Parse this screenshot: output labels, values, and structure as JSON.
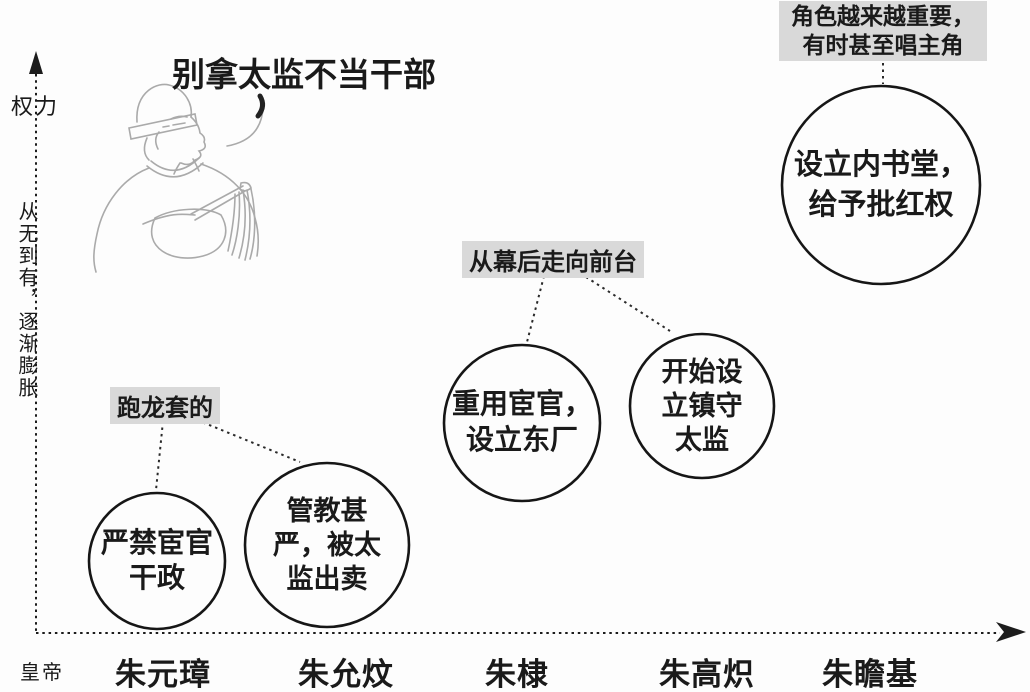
{
  "title": "别拿太监不当干部",
  "y_axis": {
    "label": "权力",
    "annotation": "从无到有，逐渐膨胀"
  },
  "x_axis": {
    "origin_label": "皇帝",
    "emperors": [
      "朱元璋",
      "朱允炆",
      "朱棣",
      "朱高炽",
      "朱瞻基"
    ]
  },
  "annotations": {
    "stage1": "跑龙套的",
    "stage2": "从幕后走向前台",
    "stage3_line1": "角色越来越重要，",
    "stage3_line2": "有时甚至唱主角"
  },
  "bubbles": [
    {
      "emperor": "朱元璋",
      "lines": [
        "严禁宦官",
        "干政"
      ]
    },
    {
      "emperor": "朱允炆",
      "lines": [
        "管教甚",
        "严，被太",
        "监出卖"
      ]
    },
    {
      "emperor": "朱棣",
      "lines": [
        "重用宦官，",
        "设立东厂"
      ]
    },
    {
      "emperor": "朱高炽",
      "lines": [
        "开始设",
        "立镇守",
        "太监"
      ]
    },
    {
      "emperor": "朱瞻基",
      "lines": [
        "设立内书堂，",
        "给予批红权"
      ]
    }
  ],
  "icons": {
    "cartoon": "eunuch-holding-fly-whisk-sketch",
    "y_arrow": "up-arrow",
    "x_arrow": "right-arrow"
  },
  "colors": {
    "background": "#fdfdfd",
    "ink": "#1a1a1a",
    "highlight_bg": "#d9d9d9",
    "sketch_gray": "#aaaaaa"
  }
}
